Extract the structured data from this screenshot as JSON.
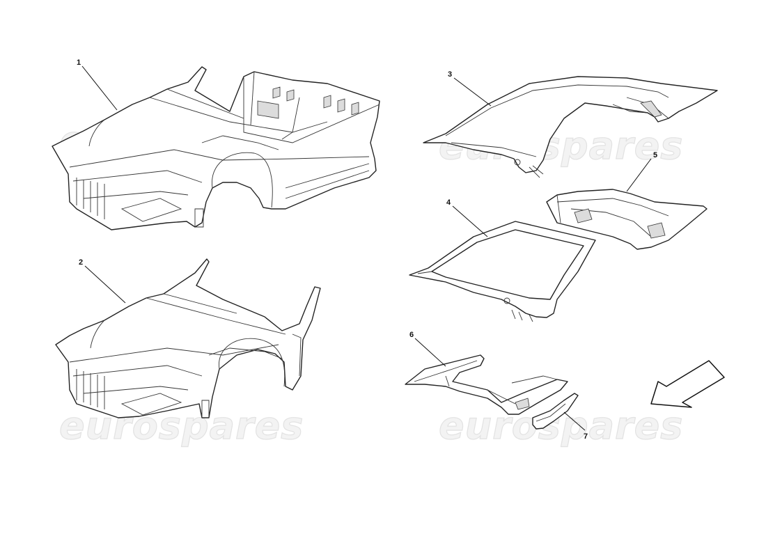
{
  "watermark": "eurospares",
  "callouts": [
    {
      "id": "1",
      "label": "1"
    },
    {
      "id": "2",
      "label": "2"
    },
    {
      "id": "3",
      "label": "3"
    },
    {
      "id": "4",
      "label": "4"
    },
    {
      "id": "5",
      "label": "5"
    },
    {
      "id": "6",
      "label": "6"
    },
    {
      "id": "7",
      "label": "7"
    }
  ],
  "direction_arrow": {
    "icon": "direction-arrow-icon",
    "points_to": "bottom-left"
  },
  "colors": {
    "line": "#222222",
    "background": "#ffffff",
    "watermark": "#e2e2e2"
  }
}
